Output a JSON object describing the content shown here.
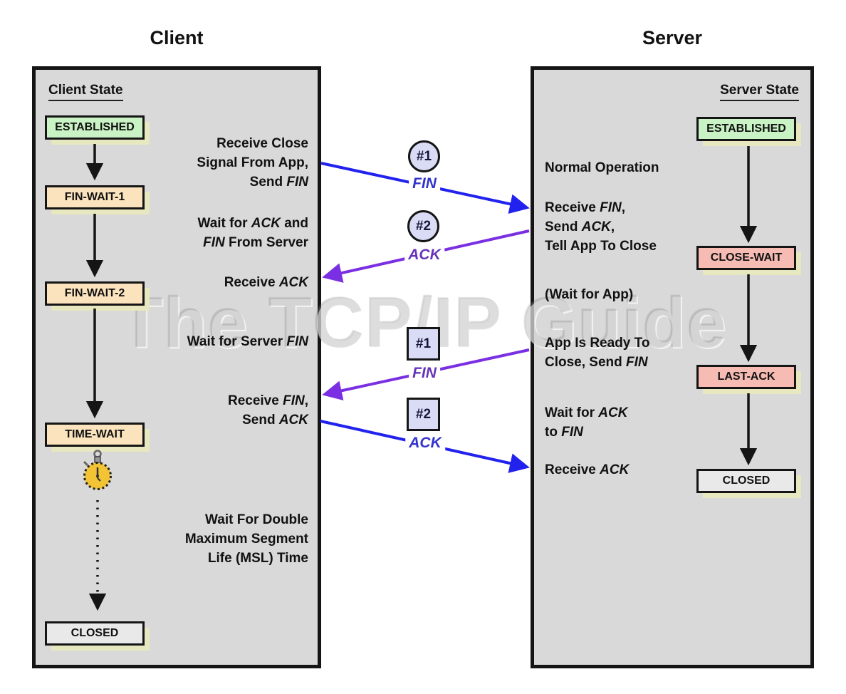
{
  "watermark": "The TCP/IP Guide",
  "colors": {
    "panel_bg": "#d9d9d9",
    "panel_border": "#151515",
    "state_green": "#c9f3c4",
    "state_peach": "#fbe3bd",
    "state_pink": "#f6bcb4",
    "state_gray": "#e9e9e9",
    "box_shadow": "#e7e7c0",
    "arrow_black": "#151515",
    "arrow_blue": "#2222ee",
    "arrow_purple": "#7a2fe2",
    "label_blue": "#3333cc",
    "label_purple": "#6633bb",
    "badge_fill": "#dadcf5",
    "clock_yellow": "#f2c335"
  },
  "client": {
    "title": "Client",
    "state_heading": "Client State",
    "states": [
      {
        "label": "ESTABLISHED"
      },
      {
        "label": "FIN-WAIT-1"
      },
      {
        "label": "FIN-WAIT-2"
      },
      {
        "label": "TIME-WAIT"
      },
      {
        "label": "CLOSED"
      }
    ],
    "annotations": [
      "Receive Close\nSignal From App,\nSend *FIN*",
      "Wait for *ACK* and\n*FIN* From Server",
      "Receive *ACK*",
      "Wait for Server *FIN*",
      "Receive *FIN*,\nSend *ACK*",
      "Wait For Double\nMaximum Segment\nLife (MSL) Time"
    ]
  },
  "server": {
    "title": "Server",
    "state_heading": "Server State",
    "states": [
      {
        "label": "ESTABLISHED"
      },
      {
        "label": "CLOSE-WAIT"
      },
      {
        "label": "LAST-ACK"
      },
      {
        "label": "CLOSED"
      }
    ],
    "annotations": [
      "Normal Operation",
      "Receive *FIN*,\nSend *ACK*,\nTell App To Close",
      "(Wait for App)",
      "App Is Ready To\nClose, Send *FIN*",
      "Wait for *ACK*\nto *FIN*",
      "Receive *ACK*"
    ]
  },
  "messages": [
    {
      "badge": "#1",
      "shape": "circle",
      "label": "FIN",
      "from": "client",
      "to": "server"
    },
    {
      "badge": "#2",
      "shape": "circle",
      "label": "ACK",
      "from": "server",
      "to": "client"
    },
    {
      "badge": "#1",
      "shape": "square",
      "label": "FIN",
      "from": "server",
      "to": "client"
    },
    {
      "badge": "#2",
      "shape": "square",
      "label": "ACK",
      "from": "client",
      "to": "server"
    }
  ]
}
